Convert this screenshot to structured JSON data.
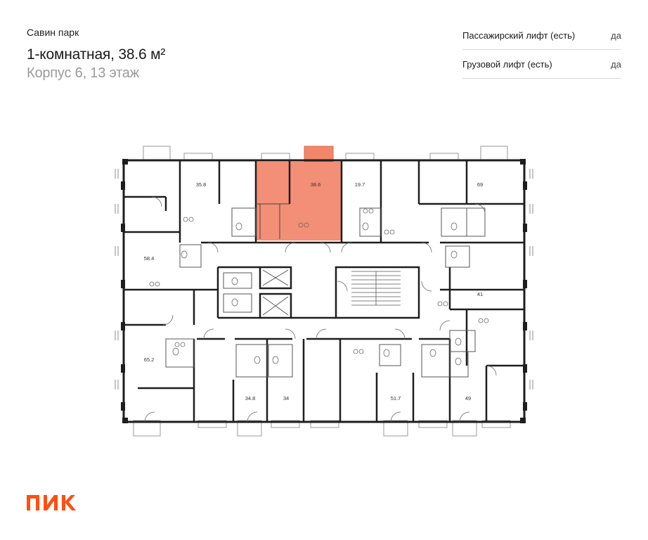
{
  "header": {
    "project": "Савин парк",
    "apartment_title": "1-комнатная, 38.6 м²",
    "building_floor": "Корпус 6, 13 этаж"
  },
  "lifts": [
    {
      "label": "Пассажирский лифт (есть)",
      "value": "да"
    },
    {
      "label": "Грузовой лифт (есть)",
      "value": "да"
    }
  ],
  "plan": {
    "highlight_color": "#f2866a",
    "areas": [
      "35.8",
      "38.6",
      "19.7",
      "69",
      "58.4",
      "41",
      "65.2",
      "34.8",
      "34",
      "51.7",
      "49"
    ],
    "selected_area": "38.6"
  },
  "brand": {
    "logo_text": "ПИК",
    "color": "#ff4f12"
  }
}
